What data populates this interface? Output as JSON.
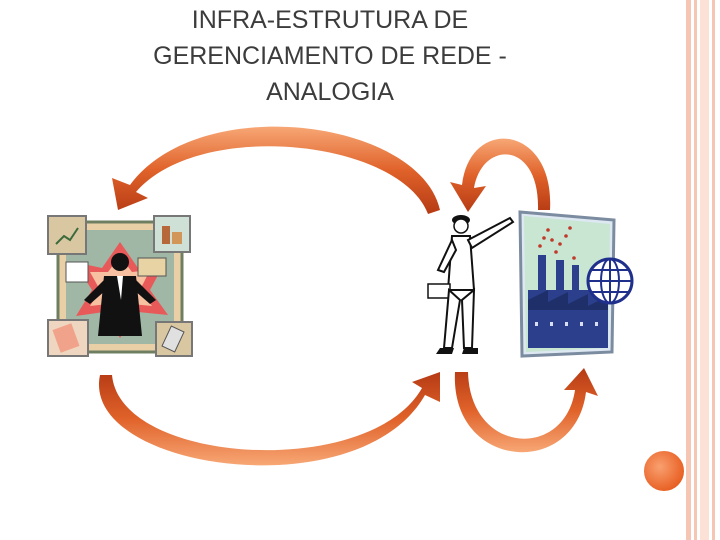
{
  "slide": {
    "title_lines": [
      "INFRA-ESTRUTURA DE",
      "GERENCIAMENTO DE REDE -",
      "ANALOGIA"
    ]
  },
  "colors": {
    "arrow_dark": "#c8471a",
    "arrow_light": "#f6a36a",
    "stripe": "#f4b8a4",
    "accent_circle": "#f27a3c",
    "factory_blue": "#2b3f8c"
  },
  "icons": [
    "manager-clipart-icon",
    "engineer-clipart-icon",
    "factory-clipart-icon",
    "globe-icon"
  ]
}
